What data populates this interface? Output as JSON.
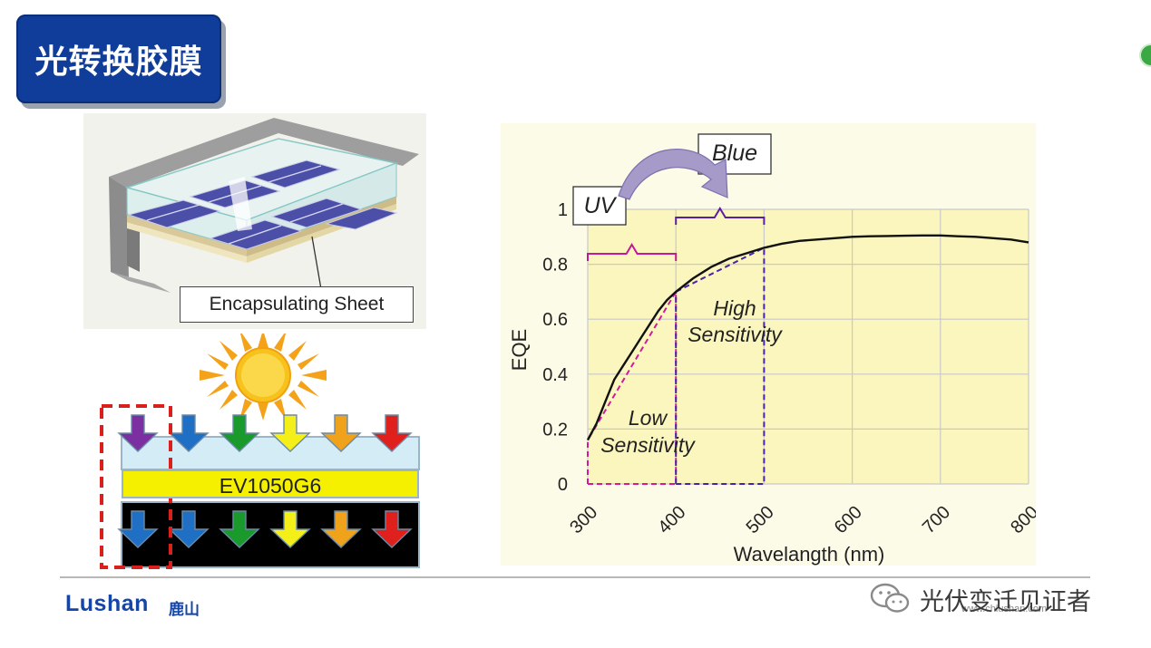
{
  "title": "光转换胶膜",
  "module": {
    "label": "Encapsulating Sheet"
  },
  "layer_diagram": {
    "film_label": "EV1050G6",
    "arrow_colors": [
      "#7b2fa0",
      "#1f6fc4",
      "#1a9a2a",
      "#f4ef18",
      "#f0a21a",
      "#e0201c"
    ]
  },
  "chart_data": {
    "type": "line",
    "xlabel": "Wavelangth (nm)",
    "ylabel": "EQE",
    "xlim": [
      300,
      800
    ],
    "ylim": [
      0,
      1
    ],
    "xticks": [
      "300",
      "400",
      "500",
      "600",
      "700",
      "800"
    ],
    "yticks": [
      "0",
      "0.2",
      "0.4",
      "0.6",
      "0.8",
      "1"
    ],
    "grid": true,
    "series": [
      {
        "x": [
          300,
          310,
          320,
          330,
          340,
          350,
          360,
          370,
          380,
          390,
          400,
          420,
          440,
          460,
          480,
          500,
          520,
          540,
          560,
          580,
          600,
          620,
          640,
          660,
          680,
          700,
          720,
          740,
          760,
          780,
          800
        ],
        "y": [
          0.16,
          0.22,
          0.3,
          0.38,
          0.43,
          0.48,
          0.53,
          0.58,
          0.63,
          0.67,
          0.7,
          0.75,
          0.79,
          0.82,
          0.84,
          0.86,
          0.875,
          0.885,
          0.89,
          0.895,
          0.9,
          0.902,
          0.903,
          0.904,
          0.905,
          0.905,
          0.902,
          0.9,
          0.895,
          0.89,
          0.88
        ]
      }
    ],
    "annotations": {
      "uv": "UV",
      "blue": "Blue",
      "high_line1": "High",
      "high_line2": "Sensitivity",
      "low_line1": "Low",
      "low_line2": "Sensitivity"
    }
  },
  "footer": {
    "logo": "Lushan",
    "logo_cn": "鹿山",
    "url": "www.chlushan.com",
    "wechat": "光伏变迁见证者"
  }
}
